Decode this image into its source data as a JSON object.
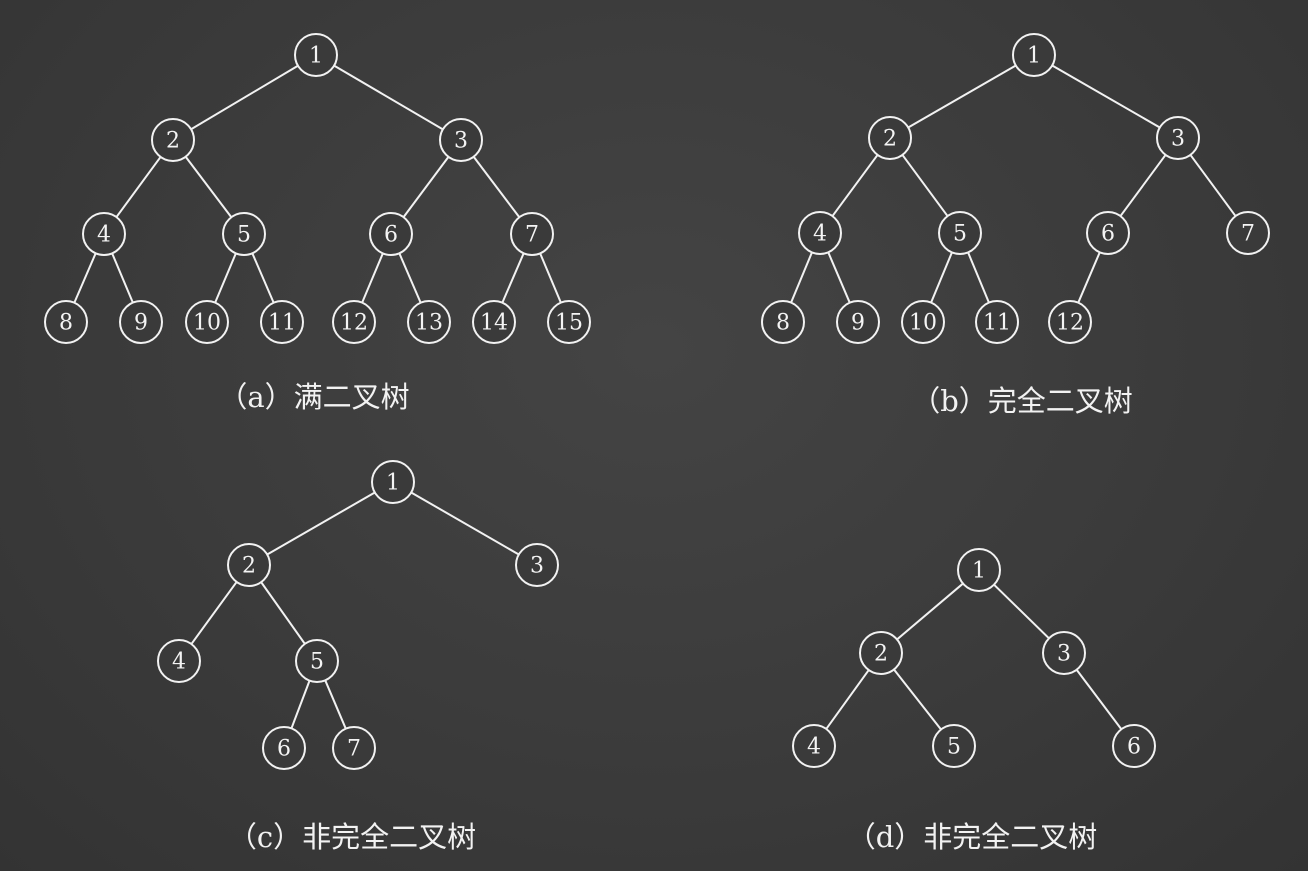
{
  "colors": {
    "background": "#3a3a3a",
    "stroke": "#f2f2f2",
    "text": "#f4f4f4"
  },
  "trees": [
    {
      "id": "a",
      "caption": "（a）满二叉树",
      "nodes": [
        "1",
        "2",
        "3",
        "4",
        "5",
        "6",
        "7",
        "8",
        "9",
        "10",
        "11",
        "12",
        "13",
        "14",
        "15"
      ],
      "edges": [
        [
          "1",
          "2"
        ],
        [
          "1",
          "3"
        ],
        [
          "2",
          "4"
        ],
        [
          "2",
          "5"
        ],
        [
          "3",
          "6"
        ],
        [
          "3",
          "7"
        ],
        [
          "4",
          "8"
        ],
        [
          "4",
          "9"
        ],
        [
          "5",
          "10"
        ],
        [
          "5",
          "11"
        ],
        [
          "6",
          "12"
        ],
        [
          "6",
          "13"
        ],
        [
          "7",
          "14"
        ],
        [
          "7",
          "15"
        ]
      ]
    },
    {
      "id": "b",
      "caption": "（b）完全二叉树",
      "nodes": [
        "1",
        "2",
        "3",
        "4",
        "5",
        "6",
        "7",
        "8",
        "9",
        "10",
        "11",
        "12"
      ],
      "edges": [
        [
          "1",
          "2"
        ],
        [
          "1",
          "3"
        ],
        [
          "2",
          "4"
        ],
        [
          "2",
          "5"
        ],
        [
          "3",
          "6"
        ],
        [
          "3",
          "7"
        ],
        [
          "4",
          "8"
        ],
        [
          "4",
          "9"
        ],
        [
          "5",
          "10"
        ],
        [
          "5",
          "11"
        ],
        [
          "6",
          "12"
        ]
      ]
    },
    {
      "id": "c",
      "caption": "（c）非完全二叉树",
      "nodes": [
        "1",
        "2",
        "3",
        "4",
        "5",
        "6",
        "7"
      ],
      "edges": [
        [
          "1",
          "2"
        ],
        [
          "1",
          "3"
        ],
        [
          "2",
          "4"
        ],
        [
          "2",
          "5"
        ],
        [
          "5",
          "6"
        ],
        [
          "5",
          "7"
        ]
      ]
    },
    {
      "id": "d",
      "caption": "（d）非完全二叉树",
      "nodes": [
        "1",
        "2",
        "3",
        "4",
        "5",
        "6"
      ],
      "edges": [
        [
          "1",
          "2"
        ],
        [
          "1",
          "3"
        ],
        [
          "2",
          "4"
        ],
        [
          "2",
          "5"
        ],
        [
          "3",
          "6"
        ]
      ]
    }
  ]
}
